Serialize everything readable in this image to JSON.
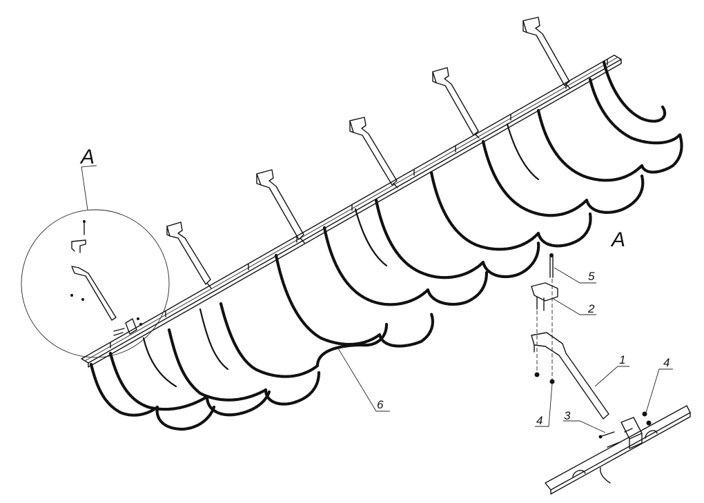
{
  "callouts": {
    "detail_marker": "A",
    "detail_view_title": "A",
    "part_1": "1",
    "part_2": "2",
    "part_3": "3",
    "part_4_left": "4",
    "part_4_right": "4",
    "part_5": "5",
    "part_6": "6"
  }
}
